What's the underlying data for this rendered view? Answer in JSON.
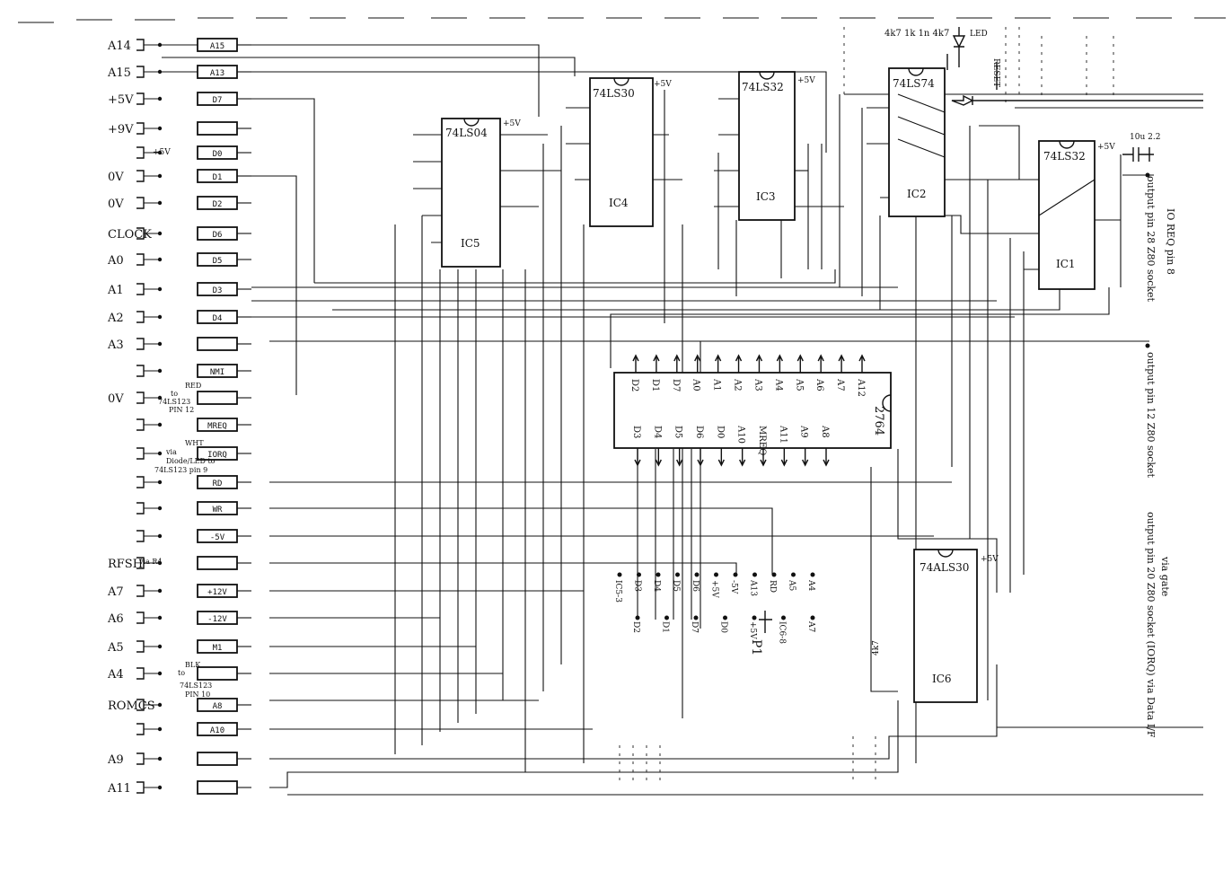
{
  "edge_pins": [
    {
      "label": "A14",
      "sig": "A15"
    },
    {
      "label": "A15",
      "sig": "A13"
    },
    {
      "label": "+5V",
      "sig": "D7"
    },
    {
      "label": "+9V",
      "sig": ""
    },
    {
      "label": "",
      "sig": "D0"
    },
    {
      "label": "0V",
      "sig": "D1"
    },
    {
      "label": "0V",
      "sig": "D2"
    },
    {
      "label": "CLOCK",
      "sig": "D6"
    },
    {
      "label": "A0",
      "sig": "D5"
    },
    {
      "label": "A1",
      "sig": "D3"
    },
    {
      "label": "A2",
      "sig": "D4"
    },
    {
      "label": "A3",
      "sig": ""
    },
    {
      "label": "",
      "sig": "NMI"
    },
    {
      "label": "0V",
      "sig": ""
    },
    {
      "label": "",
      "sig": "MREQ"
    },
    {
      "label": "",
      "sig": "IORQ"
    },
    {
      "label": "",
      "sig": "RD"
    },
    {
      "label": "",
      "sig": "WR"
    },
    {
      "label": "",
      "sig": "-5V"
    },
    {
      "label": "RFSH",
      "sig": ""
    },
    {
      "label": "A7",
      "sig": "+12V"
    },
    {
      "label": "A6",
      "sig": "-12V"
    },
    {
      "label": "A5",
      "sig": "M1"
    },
    {
      "label": "A4",
      "sig": ""
    },
    {
      "label": "ROMCS",
      "sig": "A8"
    },
    {
      "label": "",
      "sig": "A10"
    },
    {
      "label": "A9",
      "sig": ""
    },
    {
      "label": "A11",
      "sig": ""
    }
  ],
  "chips": {
    "ic5": {
      "type": "74LS04",
      "name": "IC5",
      "supply": "+5V"
    },
    "ic4": {
      "type": "74LS30",
      "name": "IC4",
      "supply": "+5V"
    },
    "ic3": {
      "type": "74LS32",
      "name": "IC3",
      "supply": "+5V"
    },
    "ic2": {
      "type": "74LS74",
      "name": "IC2"
    },
    "ic1": {
      "type": "74LS32",
      "name": "IC1",
      "supply": "+5V"
    },
    "ic6": {
      "type": "74ALS30",
      "name": "IC6",
      "supply": "+5V"
    },
    "eprom": {
      "type": "2764",
      "top_pins": [
        "D2",
        "D1",
        "D7",
        "A0",
        "A1",
        "A2",
        "A3",
        "A4",
        "A5",
        "A6",
        "A7",
        "A12"
      ],
      "bottom_pins": [
        "D3",
        "D4",
        "D5",
        "D6",
        "D0",
        "A10",
        "MREQ",
        "A11",
        "A9",
        "A8"
      ]
    }
  },
  "connector_p1": {
    "name": "P1",
    "top_pins": [
      "IC5-3",
      "D3",
      "D4",
      "D5",
      "D6",
      "+5V",
      "-5V",
      "A13",
      "RD",
      "A5",
      "A4"
    ],
    "bottom_pins": [
      "D2",
      "D1",
      "D7",
      "D0",
      "+5V",
      "IC6-8",
      "A7"
    ]
  },
  "annotations": {
    "rfsh_note": "via R4",
    "nmi_note": [
      "RED",
      "to",
      "74LS123",
      "PIN 12"
    ],
    "mreq_note": [
      "WHT",
      "via",
      "Diode/LED to",
      "74LS123 pin 9"
    ],
    "m1_note": [
      "BLK",
      "to",
      "74LS123",
      "PIN 10"
    ],
    "reset": "RESET",
    "led": "LED",
    "top_right": "4k7 1k 1n 4k7",
    "cap": "10u 2.2",
    "ic6_res": "4k7",
    "right_side": [
      "output pin 28 Z80 socket",
      "IO REQ pin 8",
      "output pin 12 Z80 socket",
      "output pin 20 Z80 socket (IORQ) via Data I/F",
      "via gate"
    ],
    "plus5": "+5V"
  }
}
